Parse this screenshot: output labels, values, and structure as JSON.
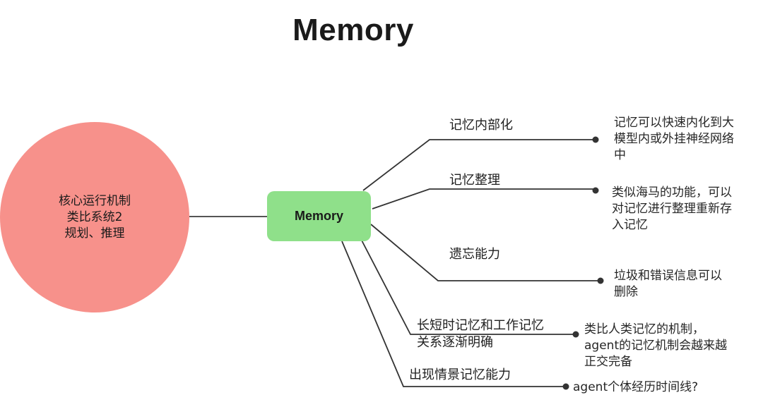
{
  "title": "Memory",
  "root": {
    "lines": [
      "核心运行机制",
      "类比系统2",
      "规划、推理"
    ],
    "color": "#f7918b"
  },
  "center": {
    "label": "Memory",
    "color": "#8fe08a"
  },
  "branches": [
    {
      "label_lines": [
        "记忆内部化"
      ],
      "note_lines": [
        "记忆可以快速内化到大",
        "模型内或外挂神经网络",
        "中"
      ]
    },
    {
      "label_lines": [
        "记忆整理"
      ],
      "note_lines": [
        "类似海马的功能，可以",
        "对记忆进行整理重新存",
        "入记忆"
      ]
    },
    {
      "label_lines": [
        "遗忘能力"
      ],
      "note_lines": [
        "垃圾和错误信息可以",
        "删除"
      ]
    },
    {
      "label_lines": [
        "长短时记忆和工作记忆",
        "关系逐渐明确"
      ],
      "note_lines": [
        "类比人类记忆的机制，",
        "agent的记忆机制会越来越",
        "正交完备"
      ]
    },
    {
      "label_lines": [
        "出现情景记忆能力"
      ],
      "note_lines": [
        "agent个体经历时间线?"
      ]
    }
  ]
}
